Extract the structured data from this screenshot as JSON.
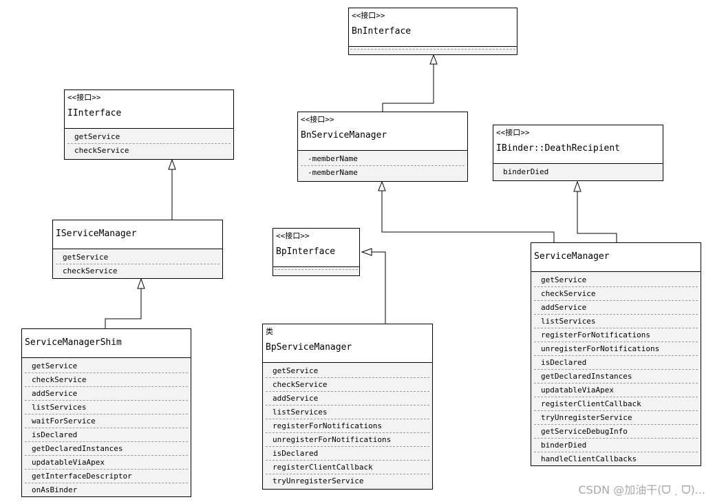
{
  "classes": {
    "bninterface": {
      "stereotype": "<<接口>>",
      "name": "BnInterface",
      "members": []
    },
    "iinterface": {
      "stereotype": "<<接口>>",
      "name": "IInterface",
      "members": [
        "getService",
        "checkService"
      ]
    },
    "bnservicemanager": {
      "stereotype": "<<接口>>",
      "name": "BnServiceManager",
      "members": [
        "-memberName",
        "-memberName"
      ]
    },
    "deathrecipient": {
      "stereotype": "<<接口>>",
      "name": "IBinder::DeathRecipient",
      "members": [
        "binderDied"
      ]
    },
    "iservicemanager": {
      "stereotype": "",
      "name": "IServiceManager",
      "members": [
        "getService",
        "checkService"
      ]
    },
    "bpinterface": {
      "stereotype": "<<接口>>",
      "name": "BpInterface",
      "members": []
    },
    "servicemanager": {
      "stereotype": "",
      "name": "ServiceManager",
      "members": [
        "getService",
        "checkService",
        "addService",
        "listServices",
        "registerForNotifications",
        "unregisterForNotifications",
        "isDeclared",
        "getDeclaredInstances",
        "updatableViaApex",
        "registerClientCallback",
        "tryUnregisterService",
        "getServiceDebugInfo",
        "binderDied",
        "handleClientCallbacks"
      ]
    },
    "servicemanagershim": {
      "stereotype": "",
      "name": "ServiceManagerShim",
      "members": [
        "getService",
        "checkService",
        "addService",
        "listServices",
        "waitForService",
        "isDeclared",
        "getDeclaredInstances",
        "updatableViaApex",
        "getInterfaceDescriptor",
        "onAsBinder"
      ]
    },
    "bpservicemanager": {
      "stereotype": "类",
      "name": "BpServiceManager",
      "members": [
        "getService",
        "checkService",
        "addService",
        "listServices",
        "registerForNotifications",
        "unregisterForNotifications",
        "isDeclared",
        "registerClientCallback",
        "tryUnregisterService"
      ]
    }
  },
  "watermark": "CSDN @加油干(ᗜ ˰ ᗜ)..."
}
